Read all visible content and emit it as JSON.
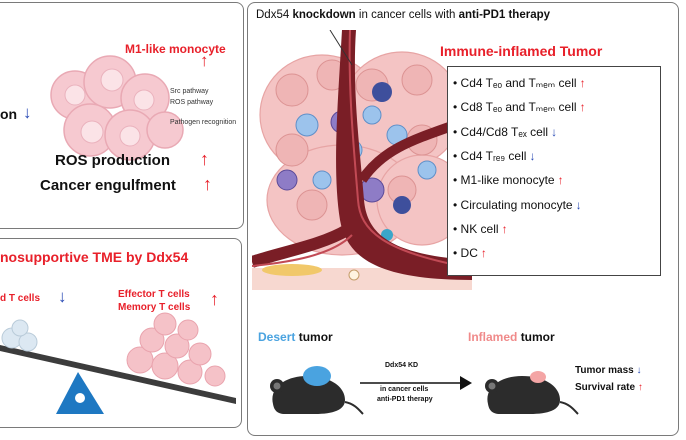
{
  "left_top": {
    "m1_label": "M1-like monocyte",
    "pathway_1": "Src pathway",
    "pathway_2": "ROS pathway",
    "pathway_3": "Pathogen recognition",
    "cut_label": "on",
    "ros": "ROS production",
    "engulf": "Cancer engulfment",
    "arrow_up": "↑",
    "arrow_down": "↓"
  },
  "left_bottom": {
    "title": "nosupportive TME by Ddx54",
    "left_label": "d T cells",
    "right_label_1": "Effector T cells",
    "right_label_2": "Memory T cells"
  },
  "right": {
    "header_pre": "Ddx54",
    "header_bold1": "knockdown",
    "header_mid": "in cancer cells with",
    "header_bold2": "anti-PD1 therapy",
    "inflamed_title": "Immune-inflamed Tumor",
    "list": [
      {
        "text": "Cd4 Tₑₒ and Tₘₑₘ cell",
        "dir": "up"
      },
      {
        "text": "Cd8 Tₑₒ and Tₘₑₘ cell",
        "dir": "up"
      },
      {
        "text": "Cd4/Cd8 Tₑₓ cell",
        "dir": "down"
      },
      {
        "text": "Cd4 Tᵣₑ₉ cell",
        "dir": "down"
      },
      {
        "text": "M1-like monocyte",
        "dir": "up"
      },
      {
        "text": "Circulating monocyte",
        "dir": "down"
      },
      {
        "text": "NK cell",
        "dir": "up"
      },
      {
        "text": "DC",
        "dir": "up"
      }
    ],
    "desert_word": "Desert",
    "desert_rest": "tumor",
    "inflamed_word": "Inflamed",
    "inflamed_rest": "tumor",
    "kd_1": "Ddx54 KD",
    "kd_2": "in cancer cells",
    "kd_3": "anti-PD1 therapy",
    "outcome_1": "Tumor mass",
    "outcome_2": "Survival rate"
  },
  "colors": {
    "red": "#e8202a",
    "blue": "#2a4bb5",
    "vessel": "#7a1e26",
    "tissue": "#f2c6c6",
    "seesaw": "#1e78c2"
  }
}
